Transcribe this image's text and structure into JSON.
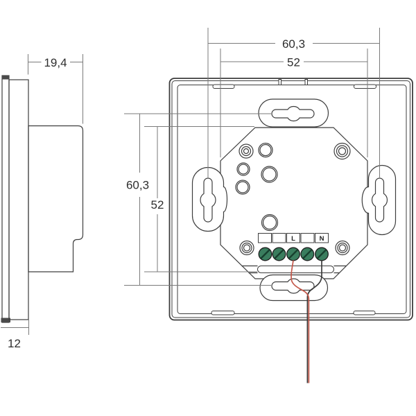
{
  "drawing": {
    "type": "technical-dimension-drawing",
    "dimension_labels": {
      "side_total_depth": "19,4",
      "side_front_depth": "12",
      "back_width_outer": "60,3",
      "back_width_inner": "52",
      "back_height_outer": "60,3",
      "back_height_inner": "52"
    },
    "terminal_labels": [
      "",
      "",
      "L",
      "",
      "N"
    ],
    "colors": {
      "line": "#3d3d3d",
      "dimension_line": "#7a7a7a",
      "text": "#2e2e2e",
      "terminal_green": "#3a7d5e",
      "wire_live": "#c4584a",
      "wire_neutral": "#3c3c3c",
      "background": "#ffffff"
    }
  }
}
